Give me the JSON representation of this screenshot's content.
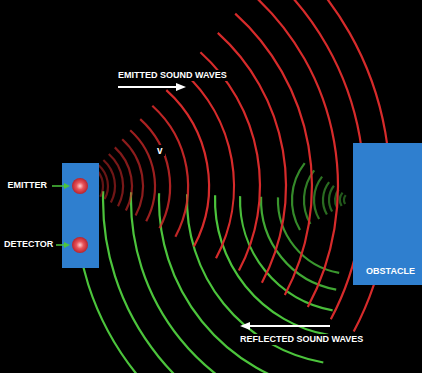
{
  "diagram": {
    "nodes": [
      {
        "text": [
          "OBSTACLE"
        ]
      }
    ],
    "labels": [
      "EMITTED SOUND WAVES",
      "v",
      "EMITTER",
      "DETECTOR",
      "REFLECTED SOUND WAVES"
    ]
  }
}
